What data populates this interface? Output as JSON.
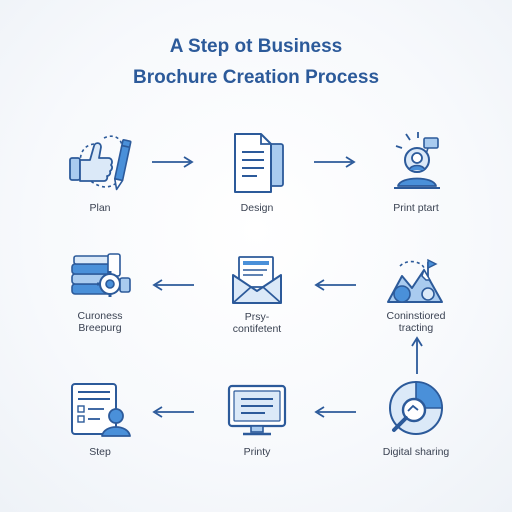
{
  "title": {
    "line1": "A Step ot Business",
    "line2": "Brochure Creation Process"
  },
  "colors": {
    "primary": "#2c5a9a",
    "accent": "#4a90d9",
    "light": "#a9cbef",
    "fill": "#dbe9f8"
  },
  "steps": [
    {
      "id": "plan",
      "label": "Plan",
      "icon": "thumbs-up-pencil-icon"
    },
    {
      "id": "design",
      "label": "Design",
      "icon": "documents-icon"
    },
    {
      "id": "print-part",
      "label": "Print ptart",
      "icon": "person-idea-icon"
    },
    {
      "id": "tracking",
      "label_lines": [
        "Coninstiored",
        "tracting"
      ],
      "icon": "mountain-flag-icon"
    },
    {
      "id": "sharing",
      "label": "Digital sharing",
      "icon": "search-chart-icon"
    },
    {
      "id": "printy",
      "label": "Printy",
      "icon": "monitor-icon"
    },
    {
      "id": "step",
      "label": "Step",
      "icon": "checklist-user-icon"
    },
    {
      "id": "confident",
      "label_lines": [
        "Prsy-",
        "contifetent"
      ],
      "icon": "envelope-document-icon"
    },
    {
      "id": "curoness",
      "label_lines": [
        "Curoness",
        "Breepurg"
      ],
      "icon": "money-stack-gear-icon"
    }
  ]
}
